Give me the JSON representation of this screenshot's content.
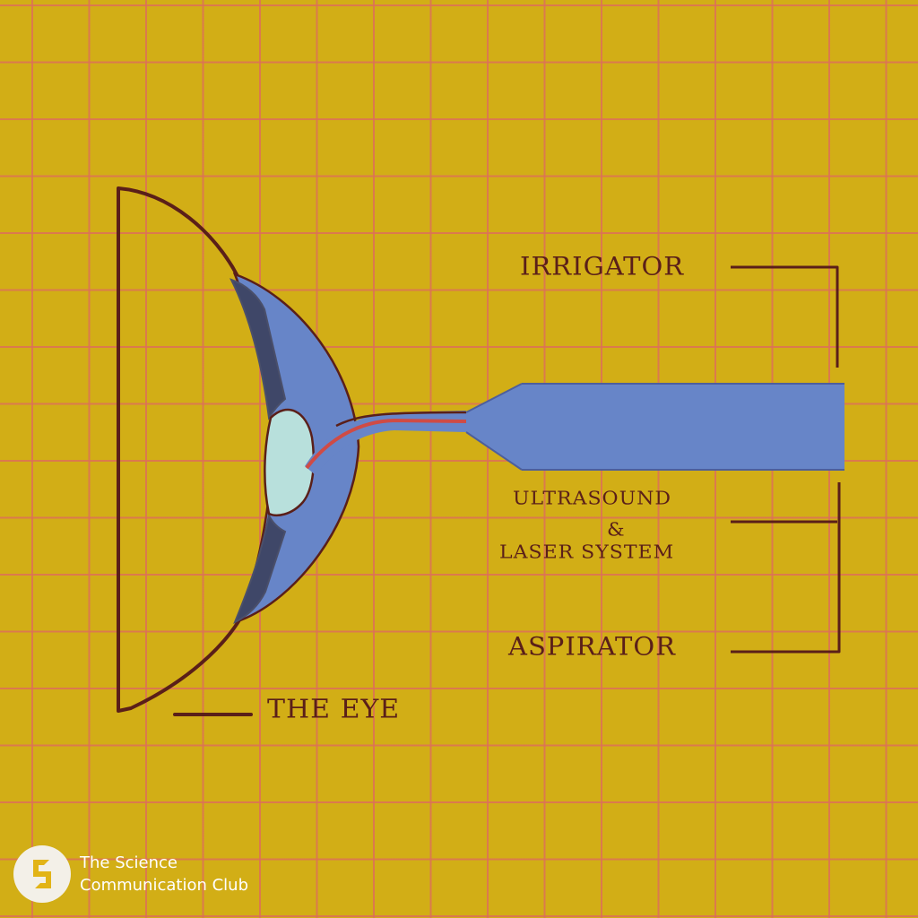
{
  "labels": {
    "eye": "THE EYE",
    "irrigator": "IRRIGATOR",
    "ultrasound_line1": "ULTRASOUND",
    "ultrasound_amp": "&",
    "ultrasound_line2": "LASER SYSTEM",
    "aspirator": "ASPIRATOR"
  },
  "branding": {
    "line1": "The Science",
    "line2": "Communication Club"
  },
  "colors": {
    "background": "#d2ae16",
    "grid": "#dd7058",
    "ink": "#5a1f19",
    "probe_blue": "#6785c8",
    "lens": "#b8e0dc",
    "iris_dark": "#3f4768",
    "probe_core": "#cf4b45"
  }
}
